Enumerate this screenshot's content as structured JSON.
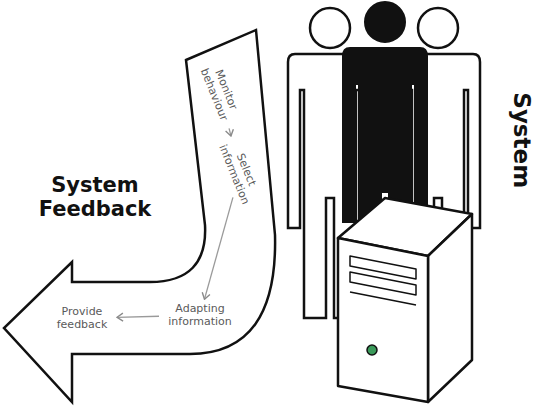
{
  "diagram": {
    "nodes": [
      {
        "text": [
          "Monitor behaviour"
        ]
      },
      {
        "text": [
          "Select information"
        ]
      },
      {
        "text": [
          "Adapting information"
        ]
      },
      {
        "text": [
          "Provide feedback"
        ]
      }
    ],
    "edges": [
      {
        "from": 0,
        "to": 1,
        "arrow": "to"
      },
      {
        "from": 1,
        "to": 2,
        "arrow": "to"
      },
      {
        "from": 2,
        "to": 3,
        "arrow": "to"
      }
    ],
    "labels": [
      "System Feedback",
      "System"
    ]
  }
}
